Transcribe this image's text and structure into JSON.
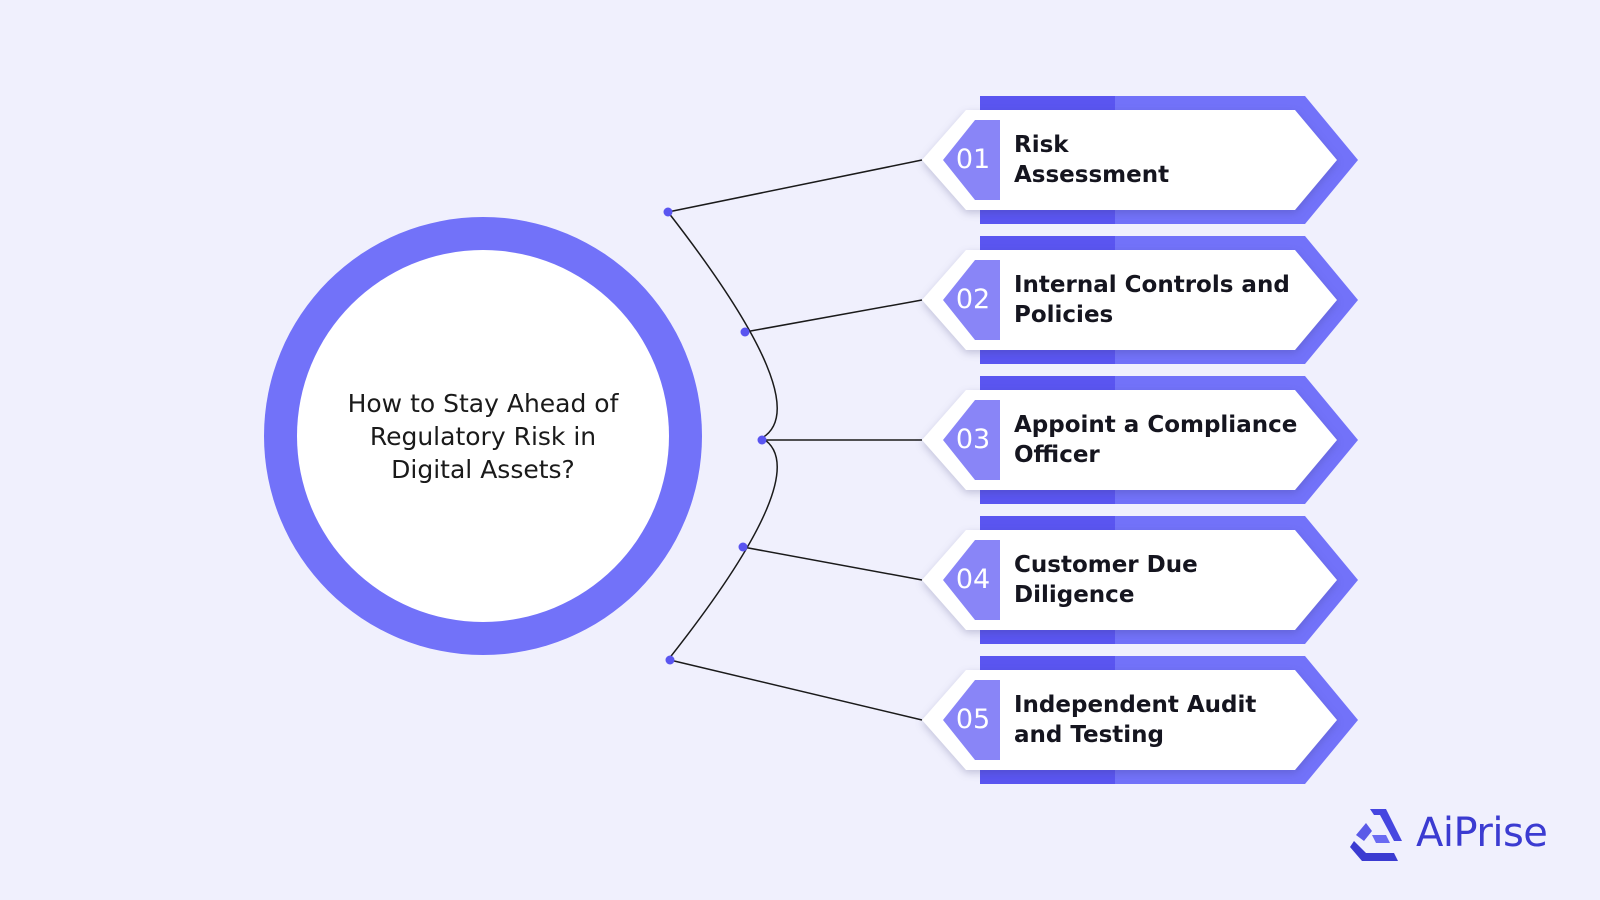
{
  "center": {
    "title": "How to Stay Ahead of Regulatory Risk in Digital Assets?"
  },
  "items": [
    {
      "number": "01",
      "lines": [
        "Risk",
        "Assessment"
      ]
    },
    {
      "number": "02",
      "lines": [
        "Internal Controls and",
        "Policies"
      ]
    },
    {
      "number": "03",
      "lines": [
        "Appoint a Compliance",
        "Officer"
      ]
    },
    {
      "number": "04",
      "lines": [
        "Customer Due",
        "Diligence"
      ]
    },
    {
      "number": "05",
      "lines": [
        "Independent Audit",
        "and Testing"
      ]
    }
  ],
  "brand": {
    "name": "AiPrise"
  },
  "colors": {
    "background": "#f0f0fd",
    "accent": "#7272f9",
    "accent_dark": "#5a55f0",
    "number_tab": "#8985f7",
    "brand_text": "#3b3bd1"
  }
}
